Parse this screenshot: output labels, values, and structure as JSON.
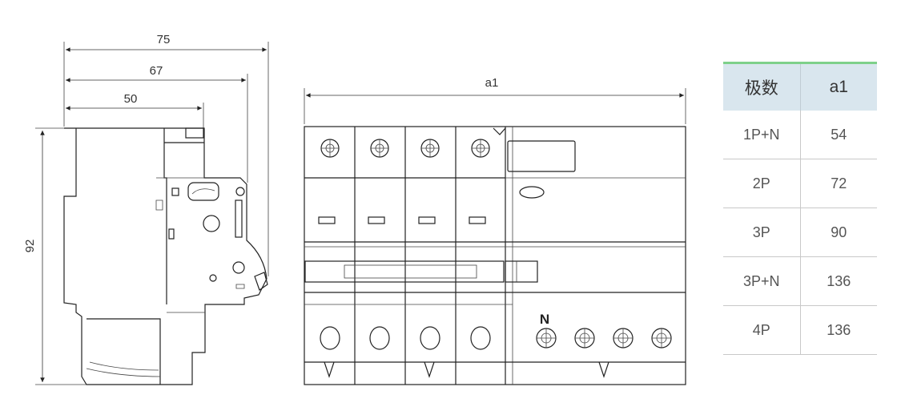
{
  "side_view": {
    "dims": {
      "overall_depth": "75",
      "depth_mid": "67",
      "depth_front": "50",
      "height": "92"
    }
  },
  "front_view": {
    "width_label": "a1",
    "neutral_label": "N"
  },
  "table": {
    "headers": [
      "极数",
      "a1"
    ],
    "rows": [
      [
        "1P+N",
        "54"
      ],
      [
        "2P",
        "72"
      ],
      [
        "3P",
        "90"
      ],
      [
        "3P+N",
        "136"
      ],
      [
        "4P",
        "136"
      ]
    ]
  },
  "colors": {
    "table_accent": "#7ed08a",
    "table_header_bg": "#d9e6ee"
  }
}
